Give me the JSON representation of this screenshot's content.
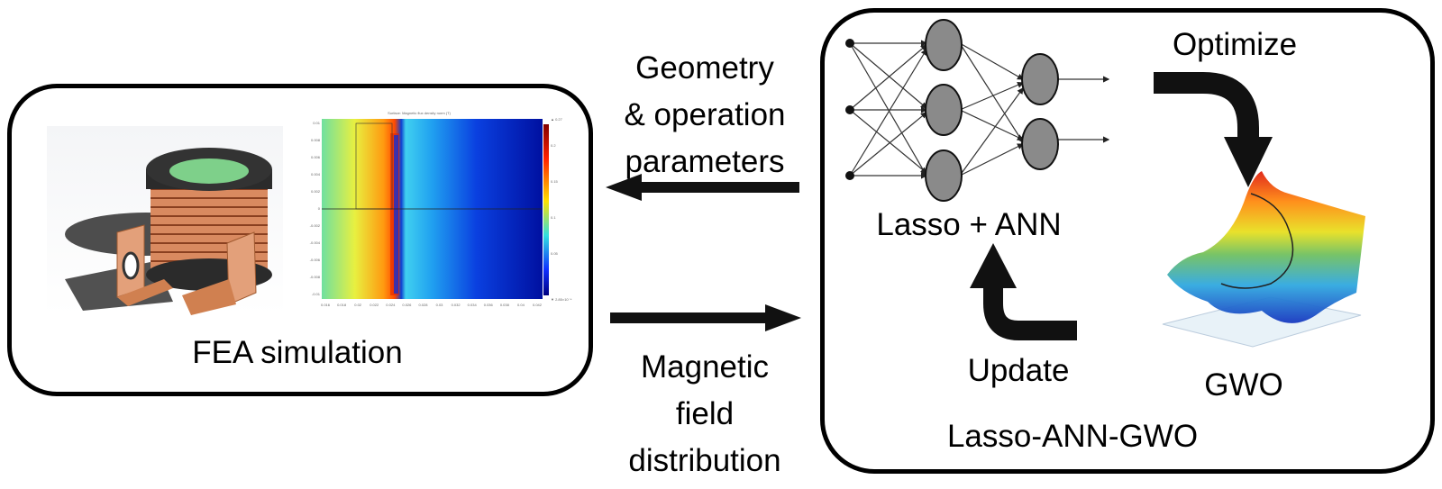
{
  "diagram": {
    "left_panel": {
      "caption": "FEA simulation",
      "coil_image": {
        "description": "3D rendered copper coil inductor with black bobbin and green core",
        "colors": {
          "copper": "#c8704a",
          "bobbin": "#2b2b2b",
          "core": "#7ed08a"
        }
      },
      "fea_plot": {
        "title": "Surface: Magnetic flux density norm (T)",
        "y_ticks": [
          "0.01",
          "0.008",
          "0.006",
          "0.004",
          "0.002",
          "0",
          "-0.002",
          "-0.004",
          "-0.006",
          "-0.008",
          "-0.01"
        ],
        "x_ticks": [
          "0.016",
          "0.018",
          "0.02",
          "0.022",
          "0.024",
          "0.026",
          "0.028",
          "0.03",
          "0.032",
          "0.034",
          "0.036",
          "0.038",
          "0.04",
          "0.042"
        ],
        "colorbar": {
          "max_label": "0.27",
          "ticks": [
            "0.2",
            "0.15",
            "0.1",
            "0.05"
          ],
          "min_label": "2.85×10⁻⁴"
        }
      }
    },
    "middle": {
      "top_arrow_label": [
        "Geometry",
        "& operation",
        "parameters"
      ],
      "bottom_arrow_label": [
        "Magnetic",
        "field",
        "distribution"
      ]
    },
    "right_panel": {
      "caption": "Lasso-ANN-GWO",
      "ann_label": "Lasso + ANN",
      "optimize_label": "Optimize",
      "update_label": "Update",
      "gwo_label": "GWO",
      "network": {
        "inputs": 3,
        "hidden1": 3,
        "hidden2": 2,
        "outputs": 2
      },
      "colors": {
        "neuron_fill": "#8a8a8a",
        "arrow": "#000000"
      }
    }
  }
}
